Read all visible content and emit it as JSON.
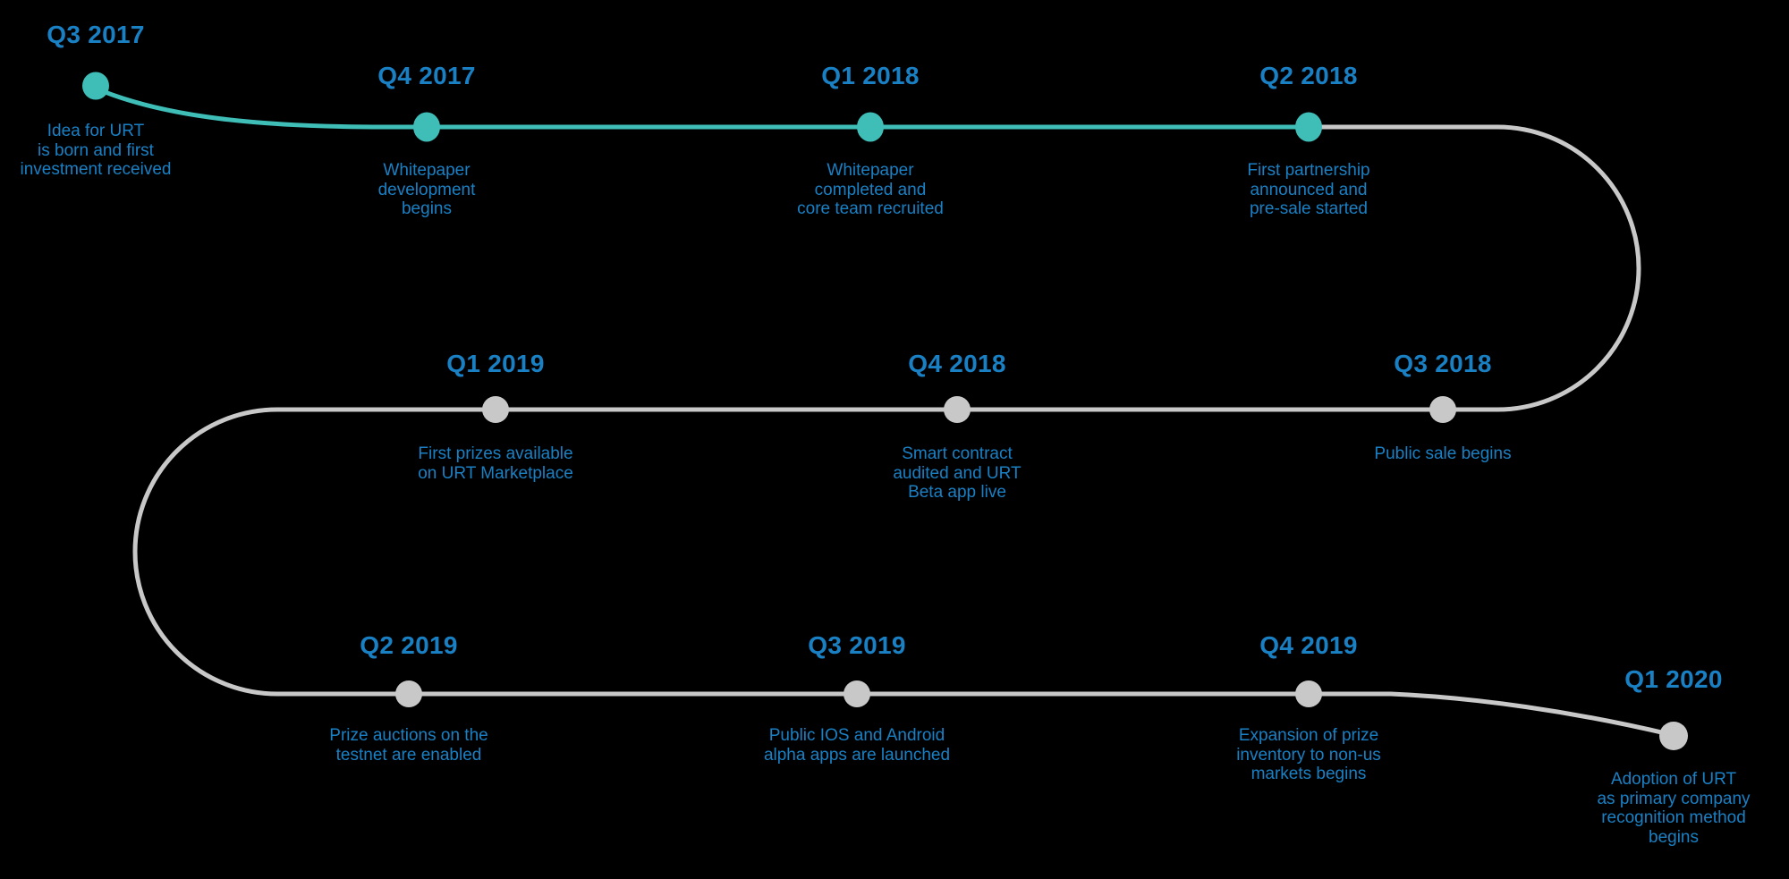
{
  "colors": {
    "background": "#000000",
    "timeline_completed": "#3FBDB7",
    "timeline_upcoming": "#C8C8C8",
    "label_blue": "#1A80C4"
  },
  "timeline": {
    "milestones": [
      {
        "quarter": "Q3 2017",
        "status": "completed",
        "description": "Idea for URT\nis born and first\ninvestment received"
      },
      {
        "quarter": "Q4 2017",
        "status": "completed",
        "description": "Whitepaper\ndevelopment\nbegins"
      },
      {
        "quarter": "Q1 2018",
        "status": "completed",
        "description": "Whitepaper\ncompleted and\ncore team recruited"
      },
      {
        "quarter": "Q2 2018",
        "status": "completed",
        "description": "First partnership\nannounced and\npre-sale started"
      },
      {
        "quarter": "Q3 2018",
        "status": "upcoming",
        "description": "Public sale begins"
      },
      {
        "quarter": "Q4 2018",
        "status": "upcoming",
        "description": "Smart contract\naudited and URT\nBeta app live"
      },
      {
        "quarter": "Q1 2019",
        "status": "upcoming",
        "description": "First prizes available\non URT Marketplace"
      },
      {
        "quarter": "Q2 2019",
        "status": "upcoming",
        "description": "Prize auctions on the\ntestnet are enabled"
      },
      {
        "quarter": "Q3 2019",
        "status": "upcoming",
        "description": "Public IOS and Android\nalpha apps are launched"
      },
      {
        "quarter": "Q4 2019",
        "status": "upcoming",
        "description": "Expansion of prize\ninventory to non-us\nmarkets begins"
      },
      {
        "quarter": "Q1 2020",
        "status": "upcoming",
        "description": "Adoption of URT\nas primary company\nrecognition method\nbegins"
      }
    ]
  }
}
